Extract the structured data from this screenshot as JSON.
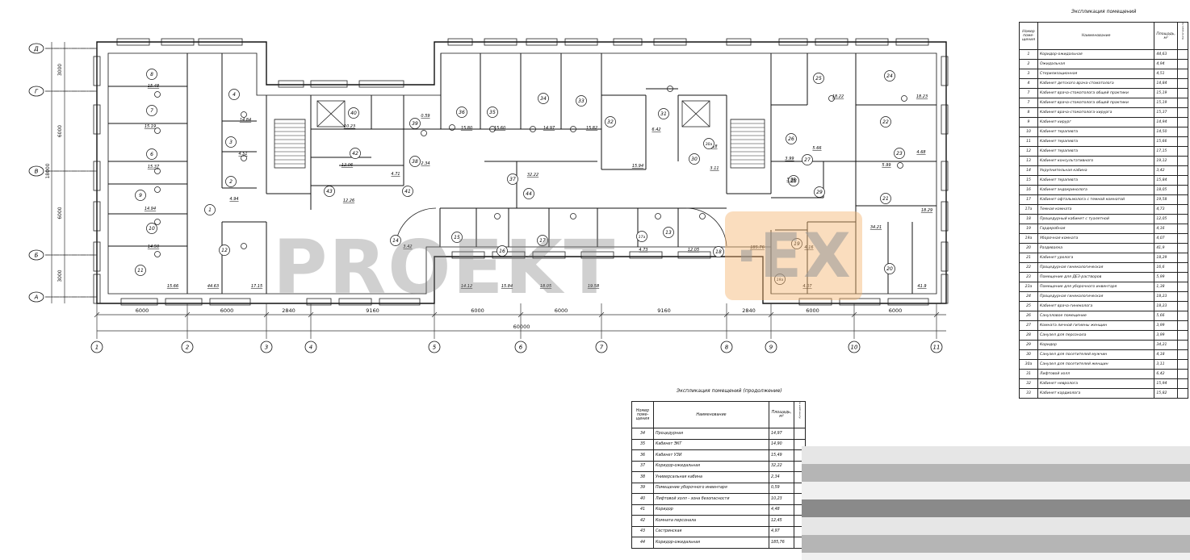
{
  "watermark": {
    "left": "PROEKT",
    "right": "EX"
  },
  "axes_letters": [
    "Д",
    "Г",
    "В",
    "Б",
    "А"
  ],
  "axes_numbers": [
    "1",
    "2",
    "3",
    "4",
    "5",
    "6",
    "7",
    "8",
    "9",
    "10",
    "11"
  ],
  "vertical_dims": {
    "a": "3000",
    "b": "6000",
    "c": "6000",
    "d": "3000",
    "total": "18000"
  },
  "horizontal_dims": [
    "6000",
    "6000",
    "2840",
    "9160",
    "6000",
    "6000",
    "9160",
    "2840",
    "6000",
    "6000"
  ],
  "overall_length": "60000",
  "rooms": [
    {
      "n": "8",
      "a": "15.48"
    },
    {
      "n": "7",
      "a": "15.19"
    },
    {
      "n": "6",
      "a": "15.37"
    },
    {
      "n": "9",
      "a": "14.94"
    },
    {
      "n": "10",
      "a": "14.50"
    },
    {
      "n": "11",
      "a": "15.66"
    },
    {
      "n": "4",
      "a": "14.84"
    },
    {
      "n": "3",
      "a": "4.51"
    },
    {
      "n": "2",
      "a": "4.94"
    },
    {
      "n": "1",
      "a": "44.63"
    },
    {
      "n": "12",
      "a": "17.15"
    },
    {
      "n": "40",
      "a": "10.23"
    },
    {
      "n": "42",
      "a": "12.06"
    },
    {
      "n": "43",
      "a": "12.26"
    },
    {
      "n": "41",
      "a": "4.71"
    },
    {
      "n": "39",
      "a": "0.59"
    },
    {
      "n": "38",
      "a": "2.34"
    },
    {
      "n": "36",
      "a": "15.80"
    },
    {
      "n": "35",
      "a": "15.60"
    },
    {
      "n": "34",
      "a": "14.97"
    },
    {
      "n": "33",
      "a": "15.82"
    },
    {
      "n": "37",
      "a": "32.22"
    },
    {
      "n": "32",
      "a": "15.94"
    },
    {
      "n": "31",
      "a": "6.42"
    },
    {
      "n": "44",
      "a": "185.76"
    },
    {
      "n": "14",
      "a": "3.42"
    },
    {
      "n": "15",
      "a": "14.12"
    },
    {
      "n": "16",
      "a": "15.84"
    },
    {
      "n": "17",
      "a": "18.05"
    },
    {
      "n": "13",
      "a": "19.58"
    },
    {
      "n": "17а",
      "a": "4.73"
    },
    {
      "n": "18",
      "a": "12.05"
    },
    {
      "n": "25",
      "a": "18.22"
    },
    {
      "n": "24",
      "a": "18.23"
    },
    {
      "n": "22",
      "a": "5.99"
    },
    {
      "n": "23",
      "a": "4.68"
    },
    {
      "n": "26",
      "a": "5.66"
    },
    {
      "n": "27",
      "a": "3.99"
    },
    {
      "n": "28",
      "a": "3.99"
    },
    {
      "n": "30",
      "a": "4.18"
    },
    {
      "n": "30а",
      "a": "3.11"
    },
    {
      "n": "29",
      "a": "34.21"
    },
    {
      "n": "21",
      "a": "18.29"
    },
    {
      "n": "19",
      "a": "4.16"
    },
    {
      "n": "19а",
      "a": "4.07"
    },
    {
      "n": "20",
      "a": "41.9"
    }
  ],
  "table1": {
    "title": "Экспликация помещений",
    "headers": [
      "Номер поме- щения",
      "Наименование",
      "Площадь, м²",
      "Категория помещения"
    ],
    "rows": [
      [
        "1",
        "Коридор-ожидальная",
        "44,63"
      ],
      [
        "2",
        "Ожидальная",
        "4,94"
      ],
      [
        "3",
        "Стерилизационная",
        "4,51"
      ],
      [
        "4",
        "Кабинет детского врача-стоматолога",
        "14,84"
      ],
      [
        "7",
        "Кабинет врача-стоматолога общей практики",
        "15,19"
      ],
      [
        "7",
        "Кабинет врача-стоматолога общей практики",
        "15,19"
      ],
      [
        "8",
        "Кабинет врача-стоматолога-хирурга",
        "15,37"
      ],
      [
        "9",
        "Кабинет-хирург",
        "14,94"
      ],
      [
        "10",
        "Кабинет терапевта",
        "14,50"
      ],
      [
        "11",
        "Кабинет терапевта",
        "15,66"
      ],
      [
        "12",
        "Кабинет терапевта",
        "17,15"
      ],
      [
        "13",
        "Кабинет консультативного",
        "19,12"
      ],
      [
        "14",
        "Укрупнительная кабина",
        "3,42"
      ],
      [
        "15",
        "Кабинет терапевта",
        "15,84"
      ],
      [
        "16",
        "Кабинет эндокринолога",
        "18,05"
      ],
      [
        "17",
        "Кабинет офтальмолога с темной комнатой",
        "19,58"
      ],
      [
        "17а",
        "Темная комната",
        "4,73"
      ],
      [
        "18",
        "Процедурный кабинет с туалетной",
        "12,05"
      ],
      [
        "19",
        "Гардеробная",
        "4,16"
      ],
      [
        "19а",
        "Уборочная комната",
        "4,07"
      ],
      [
        "20",
        "Раздевалка",
        "41,9"
      ],
      [
        "21",
        "Кабинет уролога",
        "18,29"
      ],
      [
        "22",
        "Процедурная гинекологическая",
        "16,6"
      ],
      [
        "23",
        "Помещение для ДЕЗ-растворов",
        "5,99"
      ],
      [
        "23а",
        "Помещение для уборочного инвентаря",
        "1,38"
      ],
      [
        "24",
        "Процедурная гинекологическая",
        "18,23"
      ],
      [
        "25",
        "Кабинет врача-гинеколога",
        "18,23"
      ],
      [
        "26",
        "Санузловое помещение",
        "5,66"
      ],
      [
        "27",
        "Комната личной гигиены женщин",
        "3,99"
      ],
      [
        "28",
        "Санузел для персонала",
        "3,99"
      ],
      [
        "29",
        "Коридор",
        "34,21"
      ],
      [
        "30",
        "Санузел для посетителей мужчин",
        "4,18"
      ],
      [
        "30а",
        "Санузел для посетителей женщин",
        "3,11"
      ],
      [
        "31",
        "Лифтовой холл",
        "6,42"
      ],
      [
        "32",
        "Кабинет невролога",
        "15,94"
      ],
      [
        "33",
        "Кабинет кардиолога",
        "15,82"
      ]
    ]
  },
  "table2": {
    "title": "Экспликация помещений (продолжение)",
    "headers": [
      "Номер поме- щения",
      "Наименование",
      "Площадь, м²",
      "Категория помещения"
    ],
    "rows": [
      [
        "34",
        "Процедурная",
        "14,97"
      ],
      [
        "35",
        "Кабинет ЭКГ",
        "14,90"
      ],
      [
        "36",
        "Кабинет УЗИ",
        "15,49"
      ],
      [
        "37",
        "Коридор-ожидальная",
        "32,22"
      ],
      [
        "38",
        "Универсальная кабина",
        "2,34"
      ],
      [
        "39",
        "Помещение уборочного инвентаря",
        "0,59"
      ],
      [
        "40",
        "Лифтовой холл - зона безопасности",
        "10,23"
      ],
      [
        "41",
        "Коридор",
        "4,48"
      ],
      [
        "42",
        "Комната персонала",
        "12,45"
      ],
      [
        "43",
        "Сестринская",
        "4,97"
      ],
      [
        "44",
        "Коридор-ожидальная",
        "185,76"
      ]
    ]
  }
}
